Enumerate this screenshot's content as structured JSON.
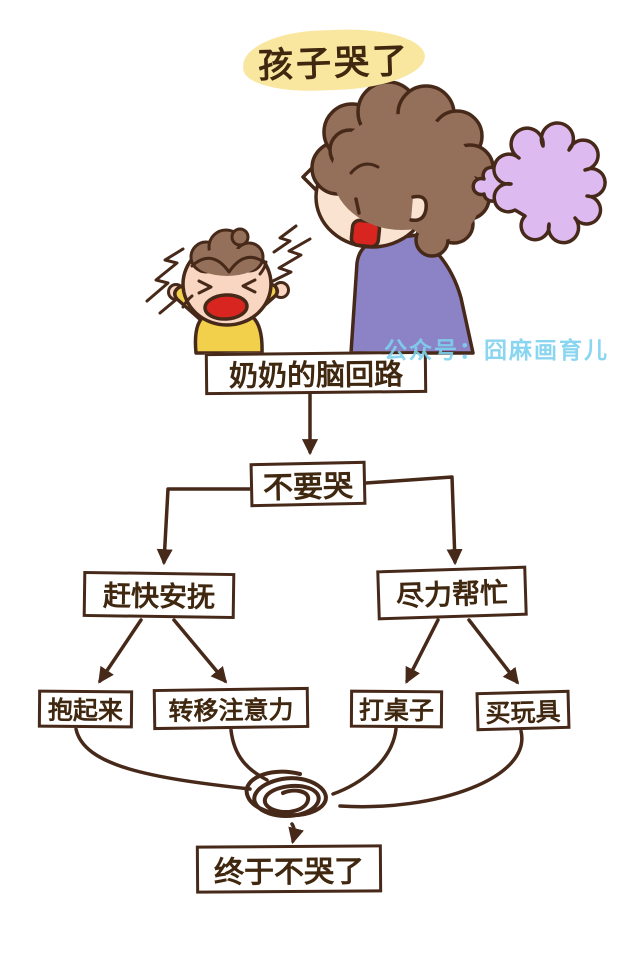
{
  "title": {
    "text": "孩子哭了",
    "highlight_color": "#F9E7A0"
  },
  "watermark": {
    "text": "公众号：囧麻画育儿",
    "color": "#7ED2EF"
  },
  "flow": {
    "nodes": [
      {
        "id": "grandma-mind",
        "label": "奶奶的脑回路"
      },
      {
        "id": "dont-cry",
        "label": "不要哭"
      },
      {
        "id": "soothe-quickly",
        "label": "赶快安抚"
      },
      {
        "id": "try-to-help",
        "label": "尽力帮忙"
      },
      {
        "id": "pick-up",
        "label": "抱起来"
      },
      {
        "id": "divert-attention",
        "label": "转移注意力"
      },
      {
        "id": "hit-table",
        "label": "打桌子"
      },
      {
        "id": "buy-toys",
        "label": "买玩具"
      },
      {
        "id": "finally-stopped",
        "label": "终于不哭了"
      }
    ],
    "edges": [
      [
        "奶奶的脑回路",
        "不要哭"
      ],
      [
        "不要哭",
        "赶快安抚"
      ],
      [
        "不要哭",
        "尽力帮忙"
      ],
      [
        "赶快安抚",
        "抱起来"
      ],
      [
        "赶快安抚",
        "转移注意力"
      ],
      [
        "尽力帮忙",
        "打桌子"
      ],
      [
        "尽力帮忙",
        "买玩具"
      ],
      [
        "抱起来",
        "终于不哭了"
      ],
      [
        "转移注意力",
        "终于不哭了"
      ],
      [
        "打桌子",
        "终于不哭了"
      ],
      [
        "买玩具",
        "终于不哭了"
      ]
    ]
  },
  "illustration": {
    "elements": [
      "crying-baby",
      "grandma",
      "thought-cloud",
      "cry-lines",
      "surprise-mark",
      "tangle-scribble"
    ],
    "colors": {
      "ink": "#47291A",
      "baby_shirt": "#F2D04B",
      "grandma_shirt": "#8C83C6",
      "hair": "#94705A",
      "skin": "#F8D6C2",
      "mouth": "#D8251F",
      "thought_cloud": "#DDBAEF",
      "background": "#FFFFFF"
    }
  }
}
